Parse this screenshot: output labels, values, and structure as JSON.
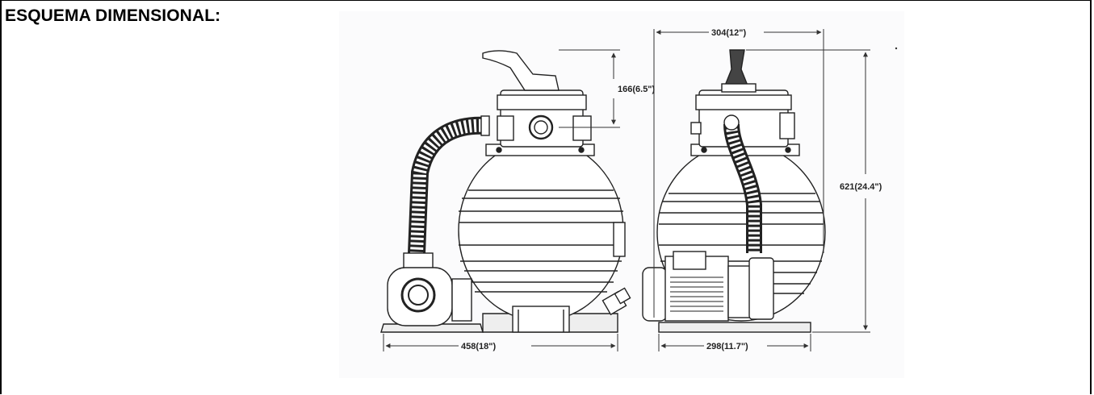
{
  "heading": "ESQUEMA DIMENSIONAL:",
  "dimensions": {
    "front_width": "458(18\")",
    "side_width": "298(11.7\")",
    "top_width": "304(12\")",
    "valve_height": "166(6.5\")",
    "total_height": "621(24.4\")"
  }
}
